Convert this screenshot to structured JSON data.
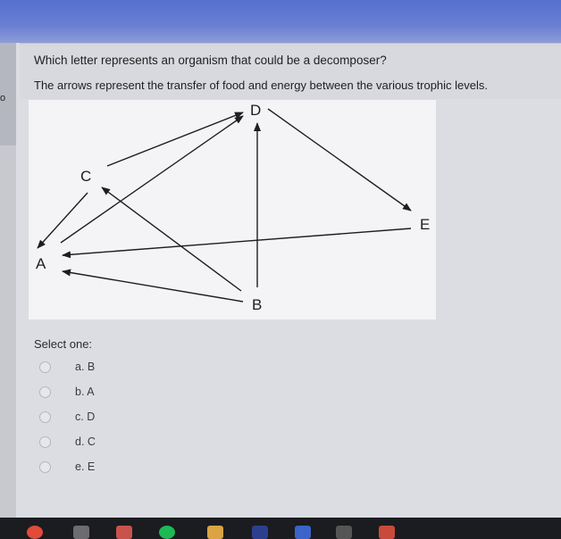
{
  "question": {
    "prompt": "Which letter represents an organism that could be a decomposer?",
    "description": "The arrows represent the transfer of food and energy between the various trophic levels."
  },
  "diagram": {
    "nodes": {
      "A": "A",
      "B": "B",
      "C": "C",
      "D": "D",
      "E": "E"
    },
    "arrows": [
      {
        "from": "C",
        "to": "D"
      },
      {
        "from": "A",
        "to": "D"
      },
      {
        "from": "B",
        "to": "D"
      },
      {
        "from": "D",
        "to": "E"
      },
      {
        "from": "E",
        "to": "A"
      },
      {
        "from": "B",
        "to": "A"
      },
      {
        "from": "B",
        "to": "C"
      },
      {
        "from": "C",
        "to": "A"
      }
    ]
  },
  "answers": {
    "label": "Select one:",
    "options": [
      {
        "label": "a. B"
      },
      {
        "label": "b. A"
      },
      {
        "label": "c. D"
      },
      {
        "label": "d. C"
      },
      {
        "label": "e. E"
      }
    ]
  },
  "left_tab": {
    "char": "o"
  },
  "taskbar": {
    "icons": [
      "chrome-icon",
      "steam-icon",
      "discord-icon",
      "spotify-icon",
      "folder-icon",
      "app-icon",
      "media-icon",
      "app-icon",
      "powerpoint-icon"
    ],
    "colors": [
      "#e24a3b",
      "#6b6b70",
      "#c8534a",
      "#1db954",
      "#d9a441",
      "#2c3f8f",
      "#3a64c8",
      "#555",
      "#c94a3a"
    ]
  }
}
